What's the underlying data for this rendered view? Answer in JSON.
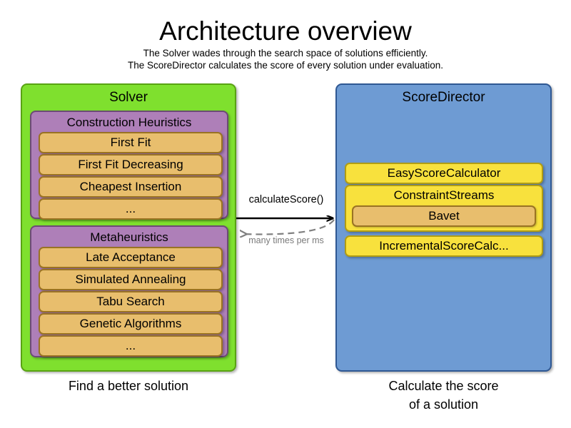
{
  "header": {
    "title": "Architecture overview",
    "subtitle_line1": "The Solver wades through the search space of solutions efficiently.",
    "subtitle_line2": "The ScoreDirector calculates the score of every solution under evaluation."
  },
  "colors": {
    "solver_panel": "#7FE02E",
    "solver_panel_border": "#59A313",
    "scoredirector_panel": "#6E9BD3",
    "scoredirector_panel_border": "#2F5893",
    "group": "#AE7FB8",
    "group_border": "#6C4B75",
    "item_orange": "#E8BE6D",
    "item_orange_border": "#9A7323",
    "item_yellow": "#F8E13D",
    "item_yellow_border": "#B09C14",
    "arrow_solid": "#000000",
    "arrow_dashed": "#808080",
    "background": "#FFFFFF"
  },
  "solver": {
    "title": "Solver",
    "caption": "Find a better solution",
    "groups": [
      {
        "title": "Construction Heuristics",
        "items": [
          {
            "label": "First Fit"
          },
          {
            "label": "First Fit Decreasing"
          },
          {
            "label": "Cheapest Insertion"
          },
          {
            "label": "..."
          }
        ]
      },
      {
        "title": "Metaheuristics",
        "items": [
          {
            "label": "Late Acceptance"
          },
          {
            "label": "Simulated Annealing"
          },
          {
            "label": "Tabu Search"
          },
          {
            "label": "Genetic Algorithms"
          },
          {
            "label": "..."
          }
        ]
      }
    ]
  },
  "scoredirector": {
    "title": "ScoreDirector",
    "caption_line1": "Calculate the score",
    "caption_line2": "of a solution",
    "items": [
      {
        "label": "EasyScoreCalculator",
        "nested": null
      },
      {
        "label": "ConstraintStreams",
        "nested": {
          "label": "Bavet"
        }
      },
      {
        "label": "IncrementalScoreCalc...",
        "nested": null
      }
    ]
  },
  "arrows": {
    "request": {
      "label": "calculateScore()",
      "style": "solid",
      "direction": "left-to-right"
    },
    "response": {
      "label": "many times per ms",
      "style": "dashed",
      "direction": "right-to-left"
    }
  }
}
